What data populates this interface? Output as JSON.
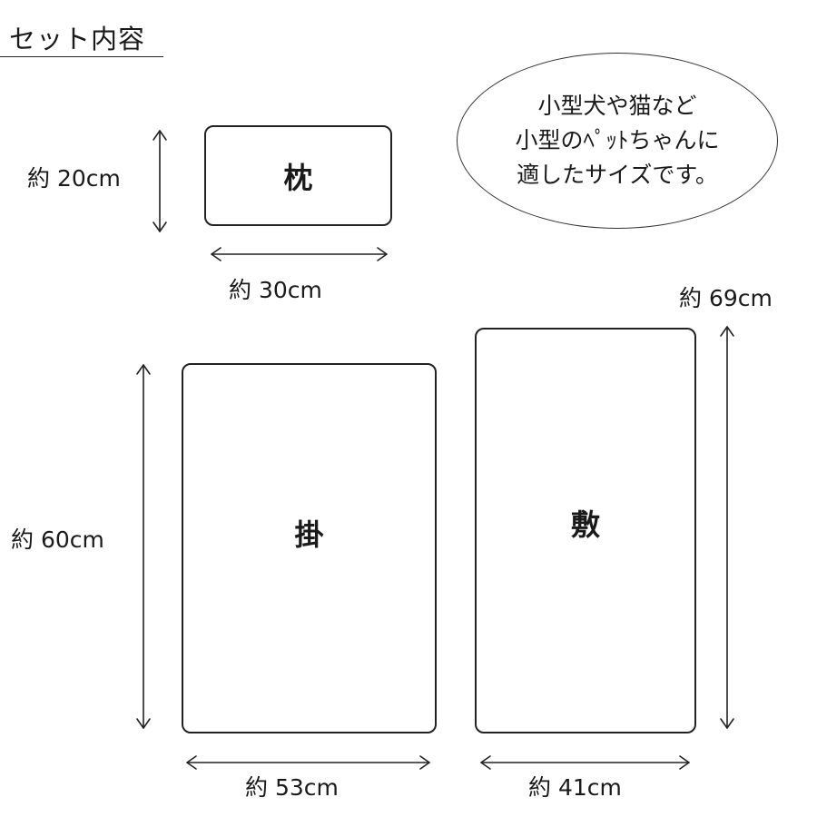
{
  "title": "セット内容",
  "note": {
    "lines": [
      "小型犬や猫など",
      "小型のﾍﾟｯﾄちゃんに",
      "適したサイズです。"
    ]
  },
  "items": {
    "pillow": {
      "label": "枕",
      "height": "約 20cm",
      "width": "約 30cm"
    },
    "cover": {
      "label": "掛",
      "height": "約 60cm",
      "width": "約 53cm"
    },
    "mat": {
      "label": "敷",
      "height": "約 69cm",
      "width": "約 41cm"
    }
  }
}
